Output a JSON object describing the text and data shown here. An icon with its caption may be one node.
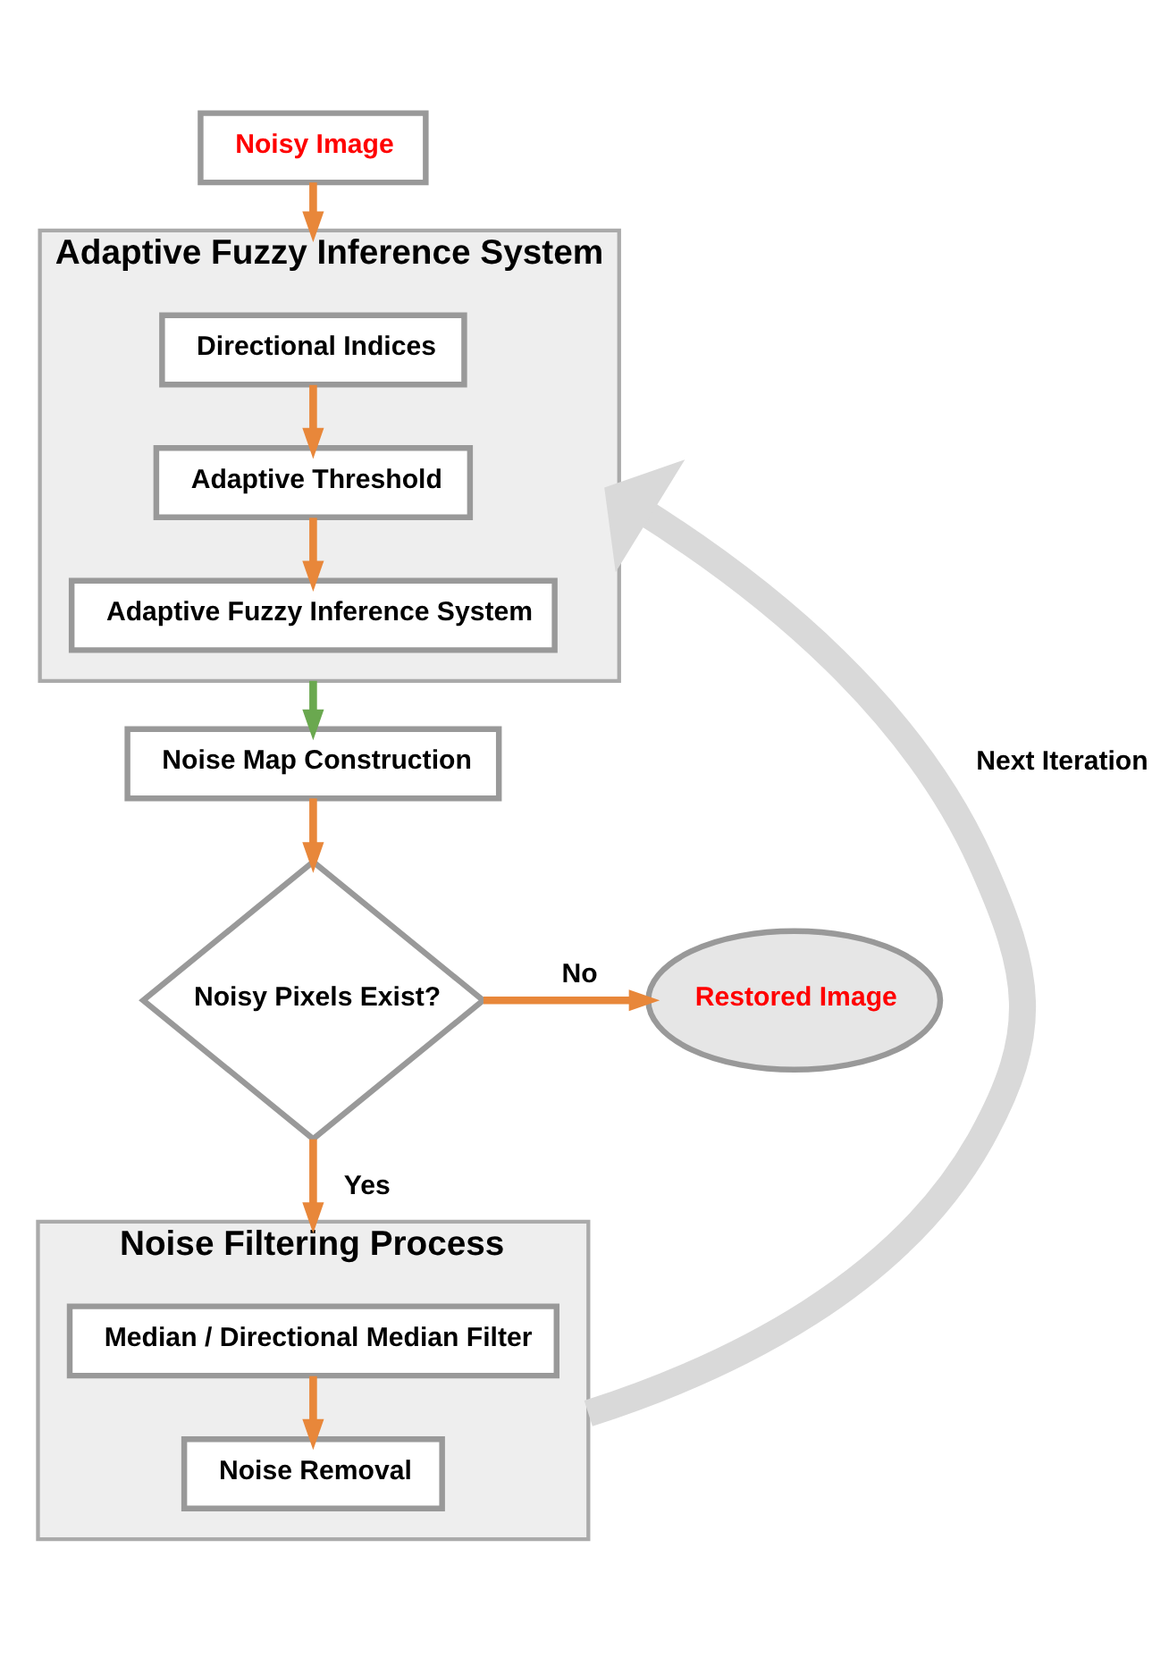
{
  "diagram": {
    "nodes": [
      {
        "text": [
          "Noisy Image"
        ]
      },
      {
        "text": [
          "Adaptive Fuzzy Inference System"
        ]
      },
      {
        "text": [
          "Directional Indices"
        ],
        "in": 1
      },
      {
        "text": [
          "Adaptive Threshold"
        ],
        "in": 1
      },
      {
        "text": [
          "Adaptive Fuzzy Inference System"
        ],
        "in": 1
      },
      {
        "text": [
          "Noise Map Construction"
        ]
      },
      {
        "text": [
          "Noisy Pixels Exist?"
        ]
      },
      {
        "text": [
          "Restored Image"
        ]
      },
      {
        "text": [
          "Noise Filtering Process"
        ]
      },
      {
        "text": [
          "Median / Directional Median Filter"
        ],
        "in": 8
      },
      {
        "text": [
          "Noise Removal"
        ],
        "in": 8
      }
    ],
    "edges": [
      {
        "from": 0,
        "to": 1,
        "arrow": "to"
      },
      {
        "from": 2,
        "to": 3,
        "arrow": "to"
      },
      {
        "from": 3,
        "to": 4,
        "arrow": "to"
      },
      {
        "from": 1,
        "to": 5,
        "arrow": "to",
        "color": "#6aa84f"
      },
      {
        "from": 5,
        "to": 6,
        "arrow": "to"
      },
      {
        "from": 6,
        "to": 7,
        "arrow": "to",
        "label": "No"
      },
      {
        "from": 6,
        "to": 8,
        "arrow": "to",
        "label": "Yes"
      },
      {
        "from": 9,
        "to": 10,
        "arrow": "to"
      },
      {
        "from": 8,
        "to": 1,
        "arrow": "to",
        "label": "Next Iteration",
        "style": "thick",
        "color": "#d9d9d9"
      }
    ]
  }
}
